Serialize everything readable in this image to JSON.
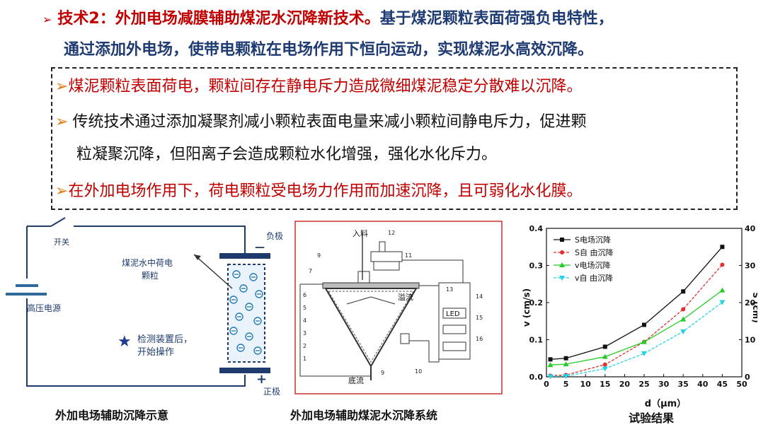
{
  "header": {
    "bullet": "➢",
    "tech_label": "技术2：外加电场减膜辅助煤泥水沉降新技术。",
    "desc_part1": "基于煤泥颗粒表面荷强负电特性，",
    "desc_part2": "通过添加外电场，使带电颗粒在电场作用下恒向运动，实现煤泥水高效沉降。"
  },
  "points": [
    {
      "bullet": "➢",
      "lines": [
        "煤泥颗粒表面荷电，颗粒间存在静电斥力造成微细煤泥稳定分散难以沉降。"
      ]
    },
    {
      "bullet": "➢",
      "lines": [
        "传统技术通过添加凝聚剂减小颗粒表面电量来减小颗粒间静电斥力，促进颗",
        "粒凝聚沉降，但阳离子会造成颗粒水化增强，强化水化斥力。"
      ]
    },
    {
      "bullet": "➢",
      "lines": [
        "在外加电场作用下，荷电颗粒受电场力作用而加速沉降，且可弱化水化膜。"
      ]
    }
  ],
  "diagram1": {
    "switch_label": "开关",
    "power_label": "高压电源",
    "neg_label": "负极",
    "pos_label": "正极",
    "neg_sign": "—",
    "pos_sign": "+",
    "particle_label_1": "煤泥水中荷电",
    "particle_label_2": "颗粒",
    "note_star": "★",
    "note_1": "检测装置后，",
    "note_2": "开始操作",
    "caption": "外加电场辅助沉降示意"
  },
  "diagram2": {
    "inlet": "入料",
    "overflow": "溢流",
    "underflow": "底流",
    "led": "LED",
    "nums": [
      "12",
      "11",
      "9",
      "7",
      "6",
      "5",
      "4",
      "3",
      "2",
      "1",
      "9",
      "10",
      "13",
      "14",
      "15",
      "16"
    ],
    "caption": "外加电场辅助煤泥水沉降系统"
  },
  "chart_data": {
    "type": "line",
    "xlabel": "d（μm）",
    "ylabel_left": "v (cm/s)",
    "ylabel_right": "S (cm)",
    "xlim": [
      0,
      50
    ],
    "ylim_left": [
      0,
      0.4
    ],
    "ylim_right": [
      0,
      40
    ],
    "x_ticks": [
      "0",
      "5",
      "10",
      "15",
      "20",
      "25",
      "30",
      "35",
      "40",
      "45",
      "50"
    ],
    "y_ticks_left": [
      "0.0",
      "0.1",
      "0.2",
      "0.3",
      "0.4"
    ],
    "y_ticks_right": [
      "0",
      "10",
      "20",
      "30",
      "40"
    ],
    "legend_position": "top-left",
    "series": [
      {
        "name": "S电场沉降",
        "axis": "right",
        "color": "#111111",
        "marker": "square",
        "x": [
          1,
          5,
          15,
          25,
          35,
          45
        ],
        "y": [
          4.7,
          5.0,
          8.1,
          14.0,
          23.0,
          35.0
        ]
      },
      {
        "name": "S自  由沉降",
        "axis": "right",
        "color": "#e03030",
        "marker": "circle",
        "x": [
          1,
          5,
          15,
          25,
          35,
          45
        ],
        "y": [
          0.3,
          0.5,
          3.3,
          9.4,
          18.2,
          30.2
        ]
      },
      {
        "name": "v电场沉降",
        "axis": "left",
        "color": "#22cc22",
        "marker": "triangle",
        "x": [
          1,
          5,
          15,
          25,
          35,
          45
        ],
        "y": [
          0.032,
          0.034,
          0.054,
          0.094,
          0.155,
          0.233
        ]
      },
      {
        "name": "v自  由沉降",
        "axis": "left",
        "color": "#22d4e6",
        "marker": "triangle-down",
        "x": [
          1,
          5,
          15,
          25,
          35,
          45
        ],
        "y": [
          0.001,
          0.002,
          0.022,
          0.063,
          0.122,
          0.201
        ]
      }
    ],
    "caption": "试验结果"
  }
}
